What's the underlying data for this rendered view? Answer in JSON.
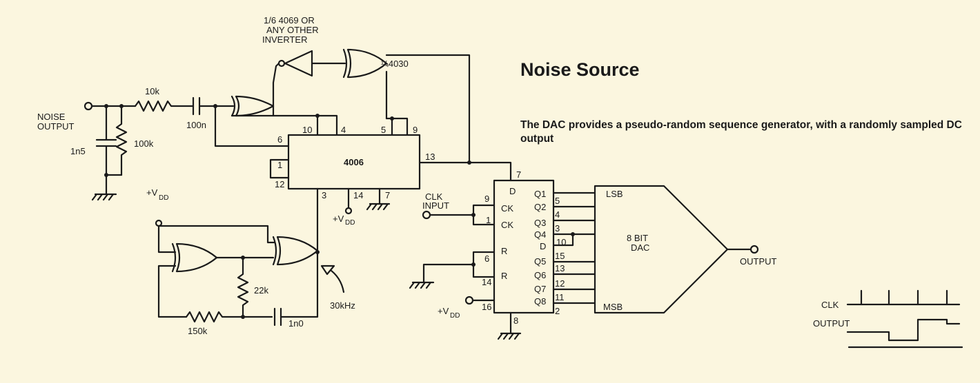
{
  "heading": {
    "title": "Noise Source",
    "description": "The DAC provides a pseudo-random sequence generator, with a randomly sampled DC output"
  },
  "labels": {
    "inverter_note_1": "1/6 4069 OR",
    "inverter_note_2": "ANY OTHER",
    "inverter_note_3": "INVERTER",
    "xor_4030": "¼4030",
    "noise_output_1": "NOISE",
    "noise_output_2": "OUTPUT",
    "r_10k": "10k",
    "c_100n": "100n",
    "c_1n5": "1n5",
    "r_100k": "100k",
    "chip_4006": "4006",
    "vdd_left": "+V",
    "vdd_mid": "+V",
    "vdd_bottom": "+V",
    "vdd_sub": "DD",
    "r_22k": "22k",
    "r_150k": "150k",
    "c_1n0": "1n0",
    "freq": "30kHz",
    "clk_input_1": "CLK",
    "clk_input_2": "INPUT",
    "output": "OUTPUT",
    "dac_1": "8 BIT",
    "dac_2": "DAC",
    "lsb": "LSB",
    "msb": "MSB",
    "timing_clk": "CLK",
    "timing_output": "OUTPUT"
  },
  "pins_4006": [
    "10",
    "4",
    "5",
    "9",
    "6",
    "1",
    "12",
    "13",
    "3",
    "14",
    "7"
  ],
  "register": {
    "left_labels": [
      "D",
      "CK",
      "CK",
      "R",
      "R"
    ],
    "right_labels": [
      "Q1",
      "Q2",
      "Q3",
      "Q4",
      "D",
      "Q5",
      "Q6",
      "Q7",
      "Q8"
    ],
    "pins": [
      "7",
      "9",
      "1",
      "6",
      "14",
      "16",
      "8",
      "5",
      "4",
      "3",
      "10",
      "15",
      "13",
      "12",
      "11",
      "2"
    ]
  }
}
